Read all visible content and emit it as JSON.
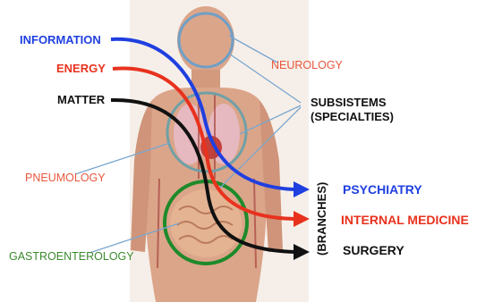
{
  "inputs": {
    "information": {
      "label": "INFORMATION",
      "color": "#1f3fe0"
    },
    "energy": {
      "label": "ENERGY",
      "color": "#e8321e"
    },
    "matter": {
      "label": "MATTER",
      "color": "#111111"
    }
  },
  "specialties": {
    "neurology": {
      "label": "NEUROLOGY",
      "color": "#e8573e"
    },
    "pneumology": {
      "label": "PNEUMOLOGY",
      "color": "#e8573e"
    },
    "gastroenterology": {
      "label": "GASTROENTEROLOGY",
      "color": "#3c8a2e"
    }
  },
  "subsystems": {
    "line1": "SUBSISTEMS",
    "line2": "(SPECIALTIES)"
  },
  "branches_label": "(BRANCHES)",
  "outputs": {
    "psychiatry": {
      "label": "PSYCHIATRY",
      "color": "#1f3fe0"
    },
    "internal_medicine": {
      "label": "INTERNAL MEDICINE",
      "color": "#e8321e"
    },
    "surgery": {
      "label": "SURGERY",
      "color": "#111111"
    }
  },
  "colors": {
    "body_skin": "#dba58a",
    "body_shade": "#c98c70",
    "organ_ring_blue": "#6f9fc6",
    "organ_ring_green": "#1e8a2a",
    "pointer_line": "#7aa6cf",
    "lungs": "#e6b8bf",
    "intestine": "#e4b392"
  }
}
